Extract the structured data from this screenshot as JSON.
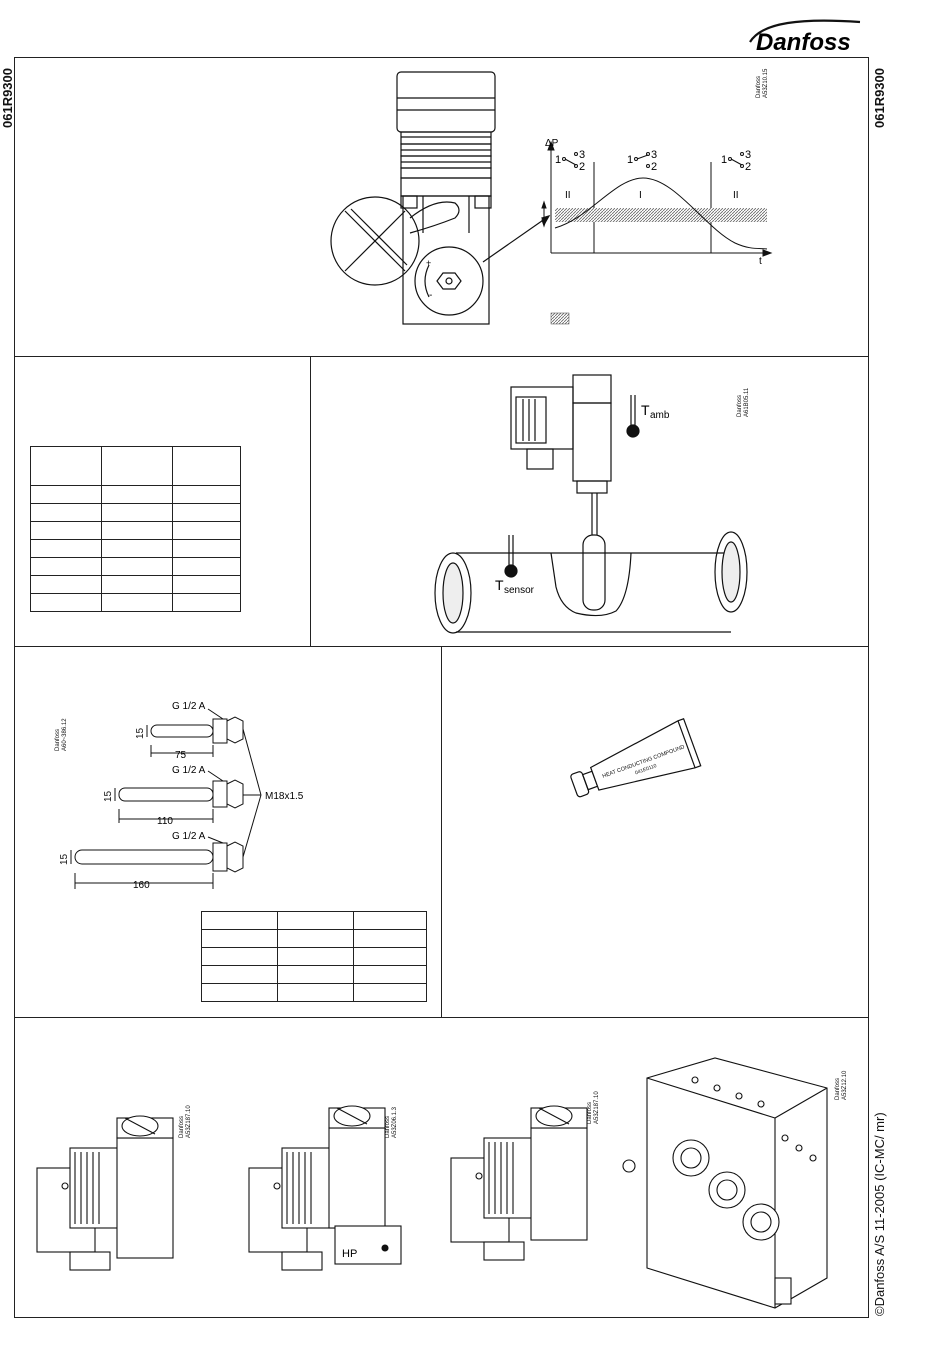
{
  "doc_code": "061R9300",
  "brand": "Danfoss",
  "copyright": "©Danfoss A/S 11-2005 (IC-MC/ mr)",
  "refs": {
    "p1": [
      "Danfoss",
      "A53Z10.15"
    ],
    "p2": [
      "Danfoss",
      "A61B05.11"
    ],
    "p3": [
      "Danfoss",
      "A60~386.12"
    ],
    "p5a": [
      "Danfoss",
      "A53Z187.10"
    ],
    "p5b": [
      "Danfoss",
      "A53Z06.1.3"
    ],
    "p5c": [
      "Danfoss",
      "A53Z187.10"
    ],
    "p5d": [
      "Danfoss",
      "A53Z12.10"
    ]
  },
  "graph": {
    "y_label": "ΔP",
    "x_label": "t",
    "zone_left": "II",
    "zone_mid": "I",
    "zone_right": "II",
    "contacts": [
      "1",
      "3",
      "2"
    ]
  },
  "adjust": {
    "plus": "+",
    "minus": "-"
  },
  "thermo": {
    "amb_main": "T",
    "amb_sub": "amb",
    "sensor_main": "T",
    "sensor_sub": "sensor"
  },
  "pockets": {
    "thread_main": "G 1/2 A",
    "thread": "M18x1.5",
    "items": [
      {
        "dia": "15",
        "len": "75"
      },
      {
        "dia": "15",
        "len": "110"
      },
      {
        "dia": "15",
        "len": "160"
      }
    ]
  },
  "tube": {
    "label_1": "HEAT CONDUCTING COMPOUND",
    "label_2": "041E0110"
  },
  "hp_label": "HP"
}
